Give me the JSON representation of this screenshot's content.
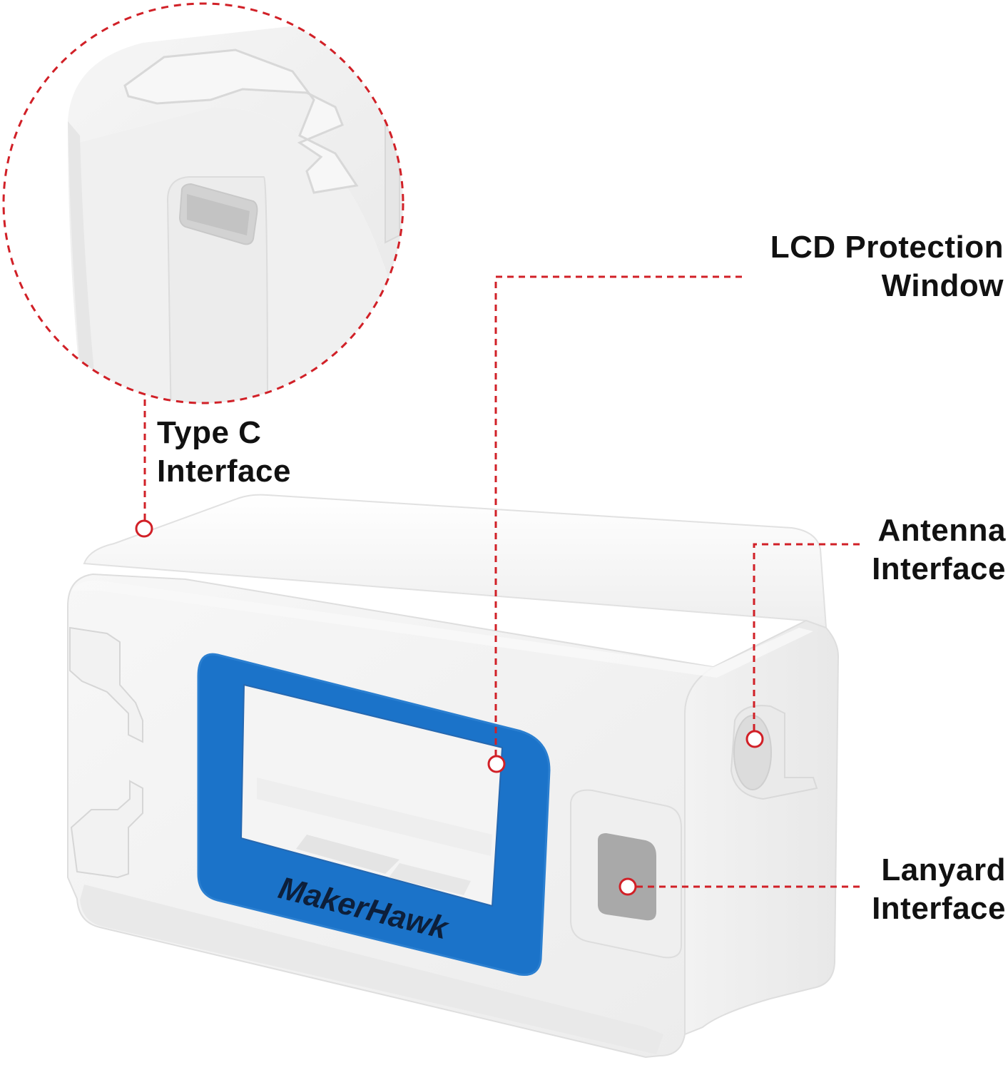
{
  "brand": {
    "logo_text": "MakerHawk"
  },
  "callouts": {
    "type_c": {
      "line1": "Type C",
      "line2": "Interface"
    },
    "lcd": {
      "line1": "LCD Protection",
      "line2": "Window"
    },
    "antenna": {
      "line1": "Antenna",
      "line2": "Interface"
    },
    "lanyard": {
      "line1": "Lanyard",
      "line2": "Interface"
    }
  },
  "colors": {
    "callout_red": "#d12027",
    "window_blue": "#1b73c9",
    "case_white": "#f4f4f4",
    "lanyard_gray": "#a9a9a9",
    "text": "#111111"
  }
}
